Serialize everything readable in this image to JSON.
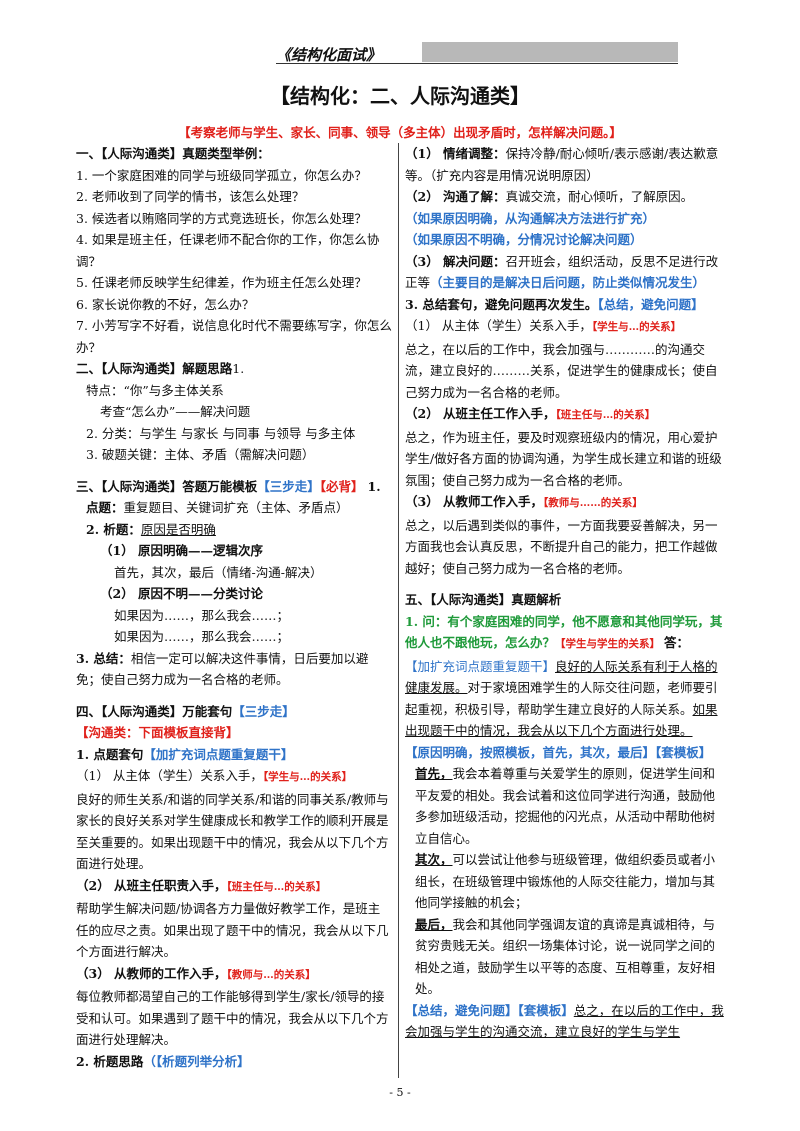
{
  "header": {
    "book": "《结构化面试》"
  },
  "title": "【结构化：二、人际沟通类】",
  "subtitle": "【考察老师与学生、家长、同事、领导（多主体）出现矛盾时，怎样解决问题。】",
  "left": {
    "s1_title": "一、【人际沟通类】真题类型举例：",
    "s1_items": [
      "1. 一个家庭困难的同学与班级同学孤立，你怎么办？",
      "2. 老师收到了同学的情书，该怎么处理？",
      "3. 候选者以贿赂同学的方式竞选班长，你怎么处理？",
      "4. 如果是班主任，任课老师不配合你的工作，你怎么协调？",
      "5. 任课老师反映学生纪律差，作为班主任怎么处理？",
      "6. 家长说你教的不好，怎么办？",
      "7. 小芳写字不好看，说信息化时代不需要练写字，你怎么办？"
    ],
    "s2_title": "二、【人际沟通类】解题思路",
    "s2_num": "1.",
    "s2_l1": "特点：“你”与多主体关系",
    "s2_l2": "考查“怎么办”——解决问题",
    "s2_l3": "2. 分类：与学生 与家长 与同事 与领导 与多主体",
    "s2_l4": "3. 破题关键：主体、矛盾（需解决问题）",
    "s3_title": "三、【人际沟通类】答题万能模板",
    "s3_tag1": "【三步走】",
    "s3_tag2": "【必背】",
    "s3_num": "1.",
    "s3_p1_label": "点题：",
    "s3_p1": "重复题目、关键词扩充（主体、矛盾点）",
    "s3_p2_label": "2. 析题：",
    "s3_p2": "原因是否明确",
    "s3_a": "（1） 原因明确——逻辑次序",
    "s3_a1": "首先，其次，最后（情绪-沟通-解决）",
    "s3_b": "（2） 原因不明——分类讨论",
    "s3_b1": "如果因为……，那么我会……；",
    "s3_b2": "如果因为……，那么我会……；",
    "s3_p3_label": "3. 总结：",
    "s3_p3": "相信一定可以解决这件事情，日后要加以避免；使自己努力成为一名合格的老师。",
    "s4_title": "四、【人际沟通类】万能套句",
    "s4_tag": "【三步走】",
    "s4_note": "【沟通类：下面模板直接背】",
    "s4_1_label": "1. 点题套句",
    "s4_1_tag": "【加扩充词点题重复题干】",
    "s4_a_head": "（1） 从主体（学生）关系入手，",
    "s4_a_tag": "【学生与…的关系】",
    "s4_a_body": "良好的师生关系/和谐的同学关系/和谐的同事关系/教师与家长的良好关系对学生健康成长和教学工作的顺利开展是至关重要的。如果出现题干中的情况，我会从以下几个方面进行处理。",
    "s4_b_head": "（2） 从班主任职责入手，",
    "s4_b_tag": "【班主任与…的关系】",
    "s4_b_body": "帮助学生解决问题/协调各方力量做好教学工作，是班主任的应尽之责。如果出现了题干中的情况，我会从以下几个方面进行解决。",
    "s4_c_head": "（3） 从教师的工作入手，",
    "s4_c_tag": "【教师与…的关系】",
    "s4_c_body": "每位教师都渴望自己的工作能够得到学生/家长/领导的接受和认可。如果遇到了题干中的情况，我会从以下几个方面进行处理解决。",
    "s4_2_label": "2. 析题思路",
    "s4_2_tag": "（【析题列举分析】"
  },
  "right": {
    "r1_label": "（1） 情绪调整：",
    "r1_body": "保持冷静/耐心倾听/表示感谢/表达歉意等。（扩充内容是用情况说明原因）",
    "r2_label": "（2） 沟通了解：",
    "r2_body": "真诚交流，耐心倾听，了解原因。",
    "r2_g1": "（如果原因明确，从沟通解决方法进行扩充）",
    "r2_g2": "（如果原因不明确，分情况讨论解决问题）",
    "r3_label": "（3） 解决问题：",
    "r3_body": "召开班会，组织活动，反思不足进行改正等",
    "r3_g": "（主要目的是解决日后问题，防止类似情况发生）",
    "r4_label": "3. 总结套句，避免问题再次发生。",
    "r4_tag": "【总结，避免问题】",
    "r5_head": "（1） 从主体（学生）关系入手，",
    "r5_tag": "【学生与…的关系】",
    "r5_body": "总之，在以后的工作中，我会加强与…………的沟通交流，建立良好的………关系，促进学生的健康成长；使自己努力成为一名合格的老师。",
    "r6_head": "（2） 从班主任工作入手，",
    "r6_tag": "【班主任与…的关系】",
    "r6_body": "总之，作为班主任，要及时观察班级内的情况，用心爱护学生/做好各方面的协调沟通，为学生成长建立和谐的班级氛围；使自己努力成为一名合格的老师。",
    "r7_head": "（3） 从教师工作入手，",
    "r7_tag": "【教师与……的关系】",
    "r7_body": "总之，以后遇到类似的事件，一方面我要妥善解决，另一方面我也会认真反思，不断提升自己的能力，把工作越做越好；使自己努力成为一名合格的老师。",
    "s5_title": "五、【人际沟通类】真题解析",
    "s5_q": "1. 问：有个家庭困难的同学，他不愿意和其他同学玩，其他人也不跟他玩，怎么办？",
    "s5_q_tag": "【学生与学生的关系】",
    "s5_ans": "答：",
    "s5_a_tag": "【加扩充词点题重复题干】",
    "s5_a_u1": "良好的人际关系有利于人格的健康发展。",
    "s5_a_body": "对于家境困难学生的人际交往问题，老师要引起重视，积极引导，帮助学生建立良好的人际关系。",
    "s5_a_u2": "如果出现题干中的情况，我会从以下几个方面进行处理。",
    "s5_b_tag": "【原因明确，按照模板，首先，其次，最后】【套模板】",
    "s5_first_label": "首先，",
    "s5_first": "我会本着尊重与关爱学生的原则，促进学生间和平友爱的相处。我会试着和这位同学进行沟通，鼓励他多参加班级活动，挖掘他的闪光点，从活动中帮助他树立自信心。",
    "s5_second_label": "其次，",
    "s5_second": "可以尝试让他参与班级管理，做组织委员或者小组长，在班级管理中锻炼他的人际交往能力，增加与其他同学接触的机会；",
    "s5_last_label": "最后，",
    "s5_last": "我会和其他同学强调友谊的真谛是真诚相待，与贫穷贵贱无关。组织一场集体讨论，说一说同学之间的相处之道，鼓励学生以平等的态度、互相尊重，友好相处。",
    "s5_c_tag": "【总结，避免问题】【套模板】",
    "s5_c_u1": "总之，在以后的工作中，我会加强与学生的沟通交流，",
    "s5_c_u2": "建立良好的学生与学生"
  },
  "page_number": "- 5 -"
}
